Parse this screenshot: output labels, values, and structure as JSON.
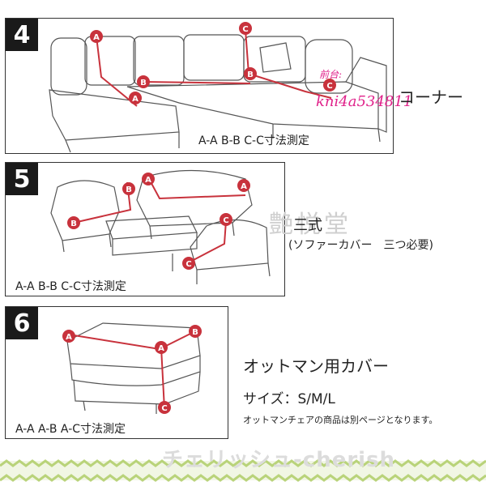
{
  "panels": [
    {
      "number": "4",
      "measurement": "A-A  B-B  C-C寸法測定"
    },
    {
      "number": "5",
      "measurement": "A-A  B-B  C-C寸法測定"
    },
    {
      "number": "6",
      "measurement": "A-A  A-B  A-C寸法測定"
    }
  ],
  "markers": {
    "a": "A",
    "b": "B",
    "c": "C"
  },
  "corner_label": "コーナー",
  "sanshiki": {
    "title": "三式",
    "sub": "(ソファーカバー　三つ必要)"
  },
  "ottoman": {
    "title": "オットマン用カバー",
    "sizes": "サイズ：S/M/L",
    "note": "オットマンチェアの商品は別ページとなります。"
  },
  "watermark": {
    "id_text": "kni4a534811",
    "id_prefix": "前台:",
    "shop_kanji": "艶悦堂"
  },
  "footer": {
    "brand": "チェリッシュ-cherish",
    "stripe_color": "#b9d37a"
  },
  "colors": {
    "marker": "#c8323c",
    "line": "#c8323c",
    "watermark": "#e0218a"
  }
}
